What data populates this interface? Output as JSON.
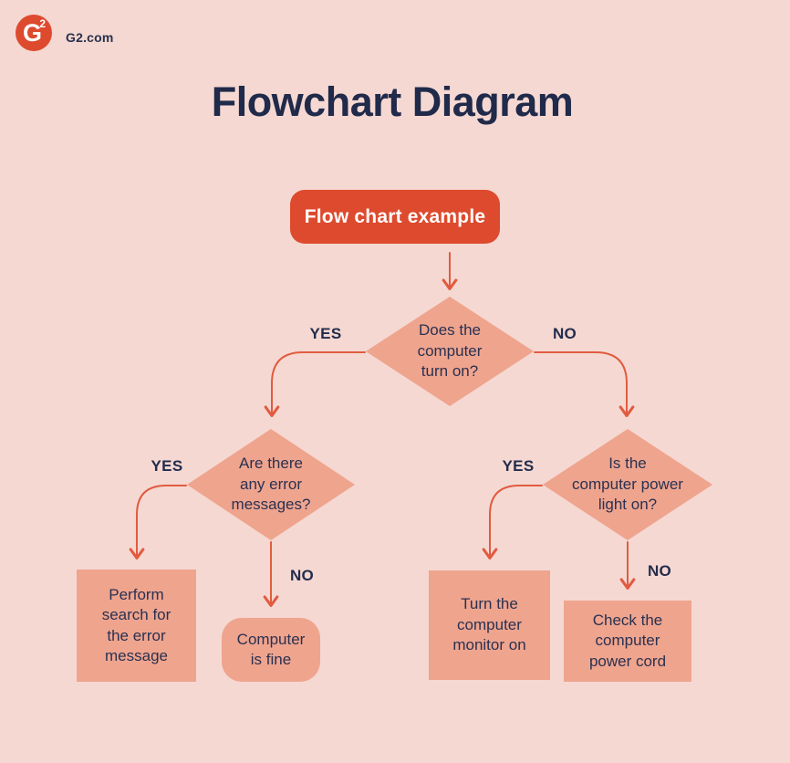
{
  "brand": {
    "logo_letter": "G",
    "logo_superscript": "2",
    "site": "G2.com"
  },
  "title": "Flowchart Diagram",
  "colors": {
    "background": "#f5d8d2",
    "accent_red": "#dd4a2e",
    "arrow_red": "#e15b40",
    "shape_salmon": "#efa48e",
    "text_navy": "#2a3150"
  },
  "flowchart": {
    "start": {
      "label": "Flow chart example"
    },
    "nodes": [
      {
        "id": "d1",
        "type": "decision",
        "text": "Does the\ncomputer\nturn on?"
      },
      {
        "id": "d2",
        "type": "decision",
        "text": "Are there\nany error\nmessages?"
      },
      {
        "id": "d3",
        "type": "decision",
        "text": "Is the\ncomputer power\nlight on?"
      },
      {
        "id": "b1",
        "type": "process",
        "text": "Perform\nsearch for\nthe error\nmessage"
      },
      {
        "id": "b2",
        "type": "terminal",
        "text": "Computer\nis fine"
      },
      {
        "id": "b3",
        "type": "process",
        "text": "Turn the\ncomputer\nmonitor on"
      },
      {
        "id": "b4",
        "type": "process",
        "text": "Check the\ncomputer\npower cord"
      }
    ],
    "labels": {
      "yes": "YES",
      "no": "NO"
    }
  }
}
